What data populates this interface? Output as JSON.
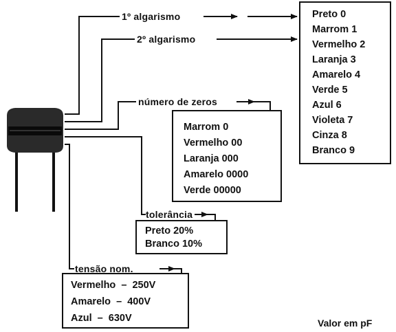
{
  "labels": {
    "first_digit": "1º algarismo",
    "second_digit": "2º algarismo",
    "multiplier": "número de zeros",
    "tolerance": "tolerância",
    "voltage": "tensão nom."
  },
  "digit_codes": [
    {
      "text": "Preto 0"
    },
    {
      "text": "Marrom 1"
    },
    {
      "text": "Vermelho 2"
    },
    {
      "text": "Laranja 3"
    },
    {
      "text": "Amarelo 4"
    },
    {
      "text": "Verde 5"
    },
    {
      "text": "Azul 6"
    },
    {
      "text": "Violeta 7"
    },
    {
      "text": "Cinza 8"
    },
    {
      "text": "Branco 9"
    }
  ],
  "multiplier_codes": [
    {
      "text": "Marrom 0"
    },
    {
      "text": "Vermelho 00"
    },
    {
      "text": "Laranja 000"
    },
    {
      "text": "Amarelo 0000"
    },
    {
      "text": "Verde 00000"
    }
  ],
  "tolerance_codes": [
    {
      "text": "Preto 20%"
    },
    {
      "text": "Branco 10%"
    }
  ],
  "voltage_codes": [
    {
      "text": "Vermelho  –  250V"
    },
    {
      "text": "Amarelo  –  400V"
    },
    {
      "text": "Azul  –  630V"
    }
  ],
  "unit_note": "Valor em pF"
}
